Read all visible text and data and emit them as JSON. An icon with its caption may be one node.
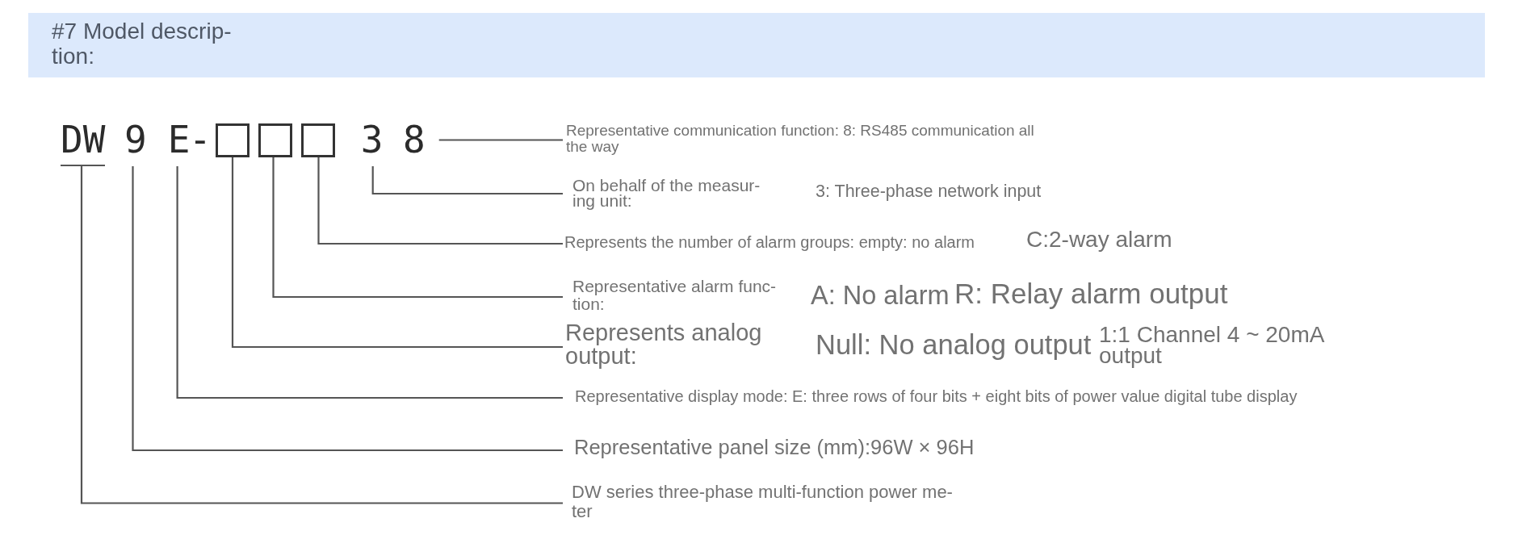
{
  "diagram": {
    "title": "#7 Model descrip- tion:",
    "nodes": [
      {
        "text": [
          "DW"
        ]
      },
      {
        "text": [
          "9"
        ]
      },
      {
        "text": [
          "E"
        ]
      },
      {
        "text": [],
        "shape": "box"
      },
      {
        "text": [],
        "shape": "box"
      },
      {
        "text": [],
        "shape": "box"
      },
      {
        "text": [
          "3"
        ]
      },
      {
        "text": [
          "8"
        ]
      },
      {
        "text": [
          "Representative communication function: 8: RS485 communication all the way"
        ]
      },
      {
        "text": [
          "On behalf of the measur- ing unit:"
        ]
      },
      {
        "text": [
          "Represents the number of alarm groups: empty: no alarm"
        ]
      },
      {
        "text": [
          "Representative alarm func- tion:"
        ]
      },
      {
        "text": [
          "Represents analog output:"
        ]
      },
      {
        "text": [
          "Representative display mode: E: three rows of four bits + eight bits of power value digital tube display"
        ]
      },
      {
        "text": [
          "Representative panel size (mm):96W × 96H"
        ]
      },
      {
        "text": [
          "DW series three-phase multi-function power me- ter"
        ]
      }
    ],
    "edges": [
      {
        "from": 0,
        "to": 15,
        "arrow": "none"
      },
      {
        "from": 1,
        "to": 14,
        "arrow": "none"
      },
      {
        "from": 2,
        "to": 13,
        "arrow": "none"
      },
      {
        "from": 3,
        "to": 12,
        "arrow": "none"
      },
      {
        "from": 4,
        "to": 11,
        "arrow": "none"
      },
      {
        "from": 5,
        "to": 10,
        "arrow": "none"
      },
      {
        "from": 6,
        "to": 9,
        "arrow": "none"
      },
      {
        "from": 7,
        "to": 8,
        "arrow": "none"
      }
    ],
    "labels": [
      "-",
      "3: Three-phase network input",
      "C:2-way alarm",
      "A: No alarm",
      "R: Relay alarm output",
      "Null: No analog output",
      "1:1 Channel 4 ~ 20mA output"
    ]
  }
}
